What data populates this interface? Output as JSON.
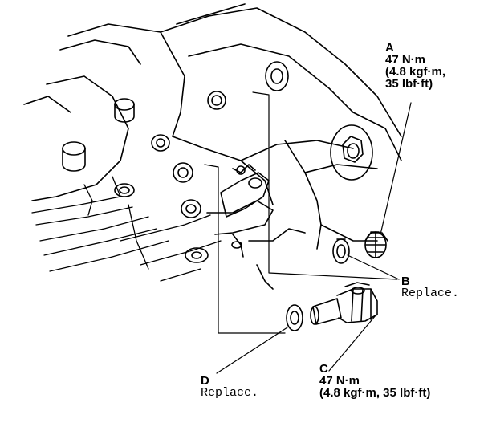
{
  "callouts": {
    "a": {
      "letter": "A",
      "torque_line1": "47 N·m",
      "torque_line2": "(4.8 kgf·m,",
      "torque_line3": "35 lbf·ft)"
    },
    "b": {
      "letter": "B",
      "note": "Replace."
    },
    "c": {
      "letter": "C",
      "torque_line1": "47 N·m",
      "torque_line2": "(4.8 kgf·m, 35 lbf·ft)"
    },
    "d": {
      "letter": "D",
      "note": "Replace."
    }
  },
  "colors": {
    "ink": "#000000",
    "paper": "#ffffff"
  }
}
